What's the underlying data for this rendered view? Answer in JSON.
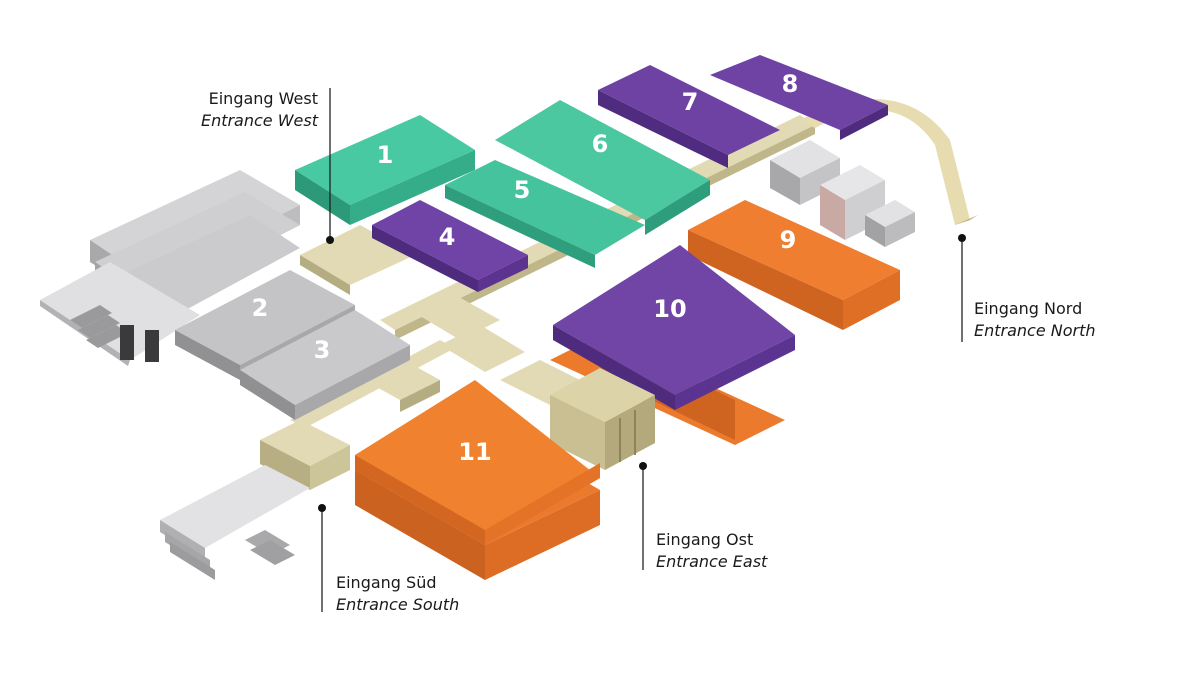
{
  "colors": {
    "green": "#3dba94",
    "purple": "#6c3fa0",
    "orange": "#ec7a2d",
    "grey": "#c9c9cb",
    "beige": "#dcd3a8"
  },
  "halls": [
    {
      "number": "1",
      "color": "green"
    },
    {
      "number": "2",
      "color": "grey"
    },
    {
      "number": "3",
      "color": "grey"
    },
    {
      "number": "4",
      "color": "purple"
    },
    {
      "number": "5",
      "color": "green"
    },
    {
      "number": "6",
      "color": "green"
    },
    {
      "number": "7",
      "color": "purple"
    },
    {
      "number": "8",
      "color": "purple"
    },
    {
      "number": "9",
      "color": "orange"
    },
    {
      "number": "10",
      "color": "purple"
    },
    {
      "number": "11",
      "color": "orange"
    }
  ],
  "entrances": {
    "west": {
      "de": "Eingang West",
      "en": "Entrance West"
    },
    "north": {
      "de": "Eingang Nord",
      "en": "Entrance North"
    },
    "east": {
      "de": "Eingang Ost",
      "en": "Entrance East"
    },
    "south": {
      "de": "Eingang Süd",
      "en": "Entrance South"
    }
  }
}
